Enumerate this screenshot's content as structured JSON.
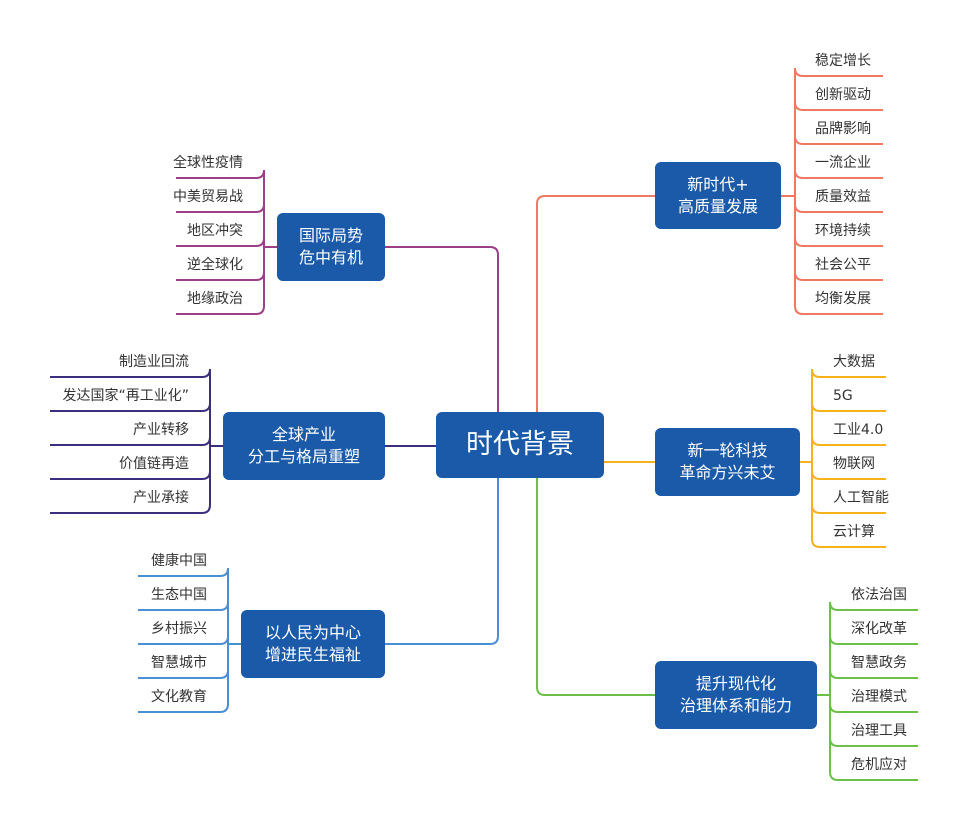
{
  "central": {
    "label": "时代背景"
  },
  "branches": [
    {
      "id": "tech",
      "lines": [
        "新一轮科技",
        "革命方兴未艾"
      ],
      "color": "#f5b21a",
      "items": [
        "大数据",
        "5G",
        "工业4.0",
        "物联网",
        "人工智能",
        "云计算"
      ]
    },
    {
      "id": "quality",
      "lines": [
        "新时代+",
        "高质量发展"
      ],
      "color": "#f07860",
      "items": [
        "稳定增长",
        "创新驱动",
        "品牌影响",
        "一流企业",
        "质量效益",
        "环境持续",
        "社会公平",
        "均衡发展"
      ]
    },
    {
      "id": "governance",
      "lines": [
        "提升现代化",
        "治理体系和能力"
      ],
      "color": "#6cc04a",
      "items": [
        "依法治国",
        "深化改革",
        "智慧政务",
        "治理模式",
        "治理工具",
        "危机应对"
      ]
    },
    {
      "id": "international",
      "lines": [
        "国际局势",
        "危中有机"
      ],
      "color": "#9c3f86",
      "items": [
        "全球性疫情",
        "中美贸易战",
        "地区冲突",
        "逆全球化",
        "地缘政治"
      ]
    },
    {
      "id": "industry",
      "lines": [
        "全球产业",
        "分工与格局重塑"
      ],
      "color": "#3a2f7e",
      "items": [
        "制造业回流",
        "发达国家“再工业化”",
        "产业转移",
        "价值链再造",
        "产业承接"
      ]
    },
    {
      "id": "people",
      "lines": [
        "以人民为中心",
        "增进民生福祉"
      ],
      "color": "#4a8fd4",
      "items": [
        "健康中国",
        "生态中国",
        "乡村振兴",
        "智慧城市",
        "文化教育"
      ]
    }
  ]
}
